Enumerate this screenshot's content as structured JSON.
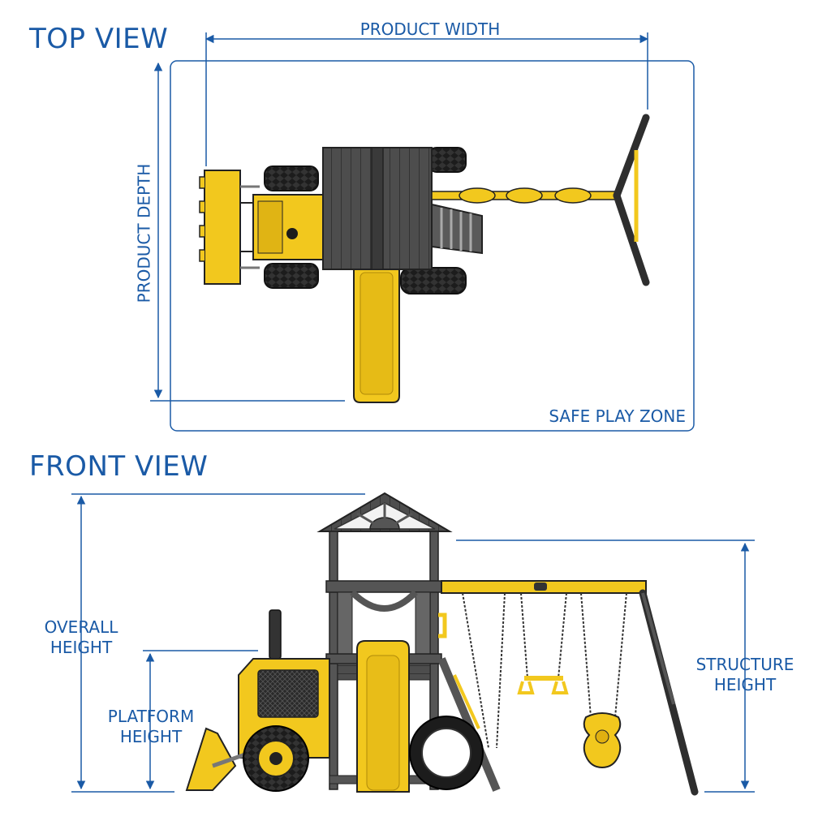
{
  "top_view": {
    "title": "TOP VIEW",
    "width_label": "PRODUCT WIDTH",
    "depth_label": "PRODUCT DEPTH",
    "zone_label": "SAFE PLAY ZONE"
  },
  "front_view": {
    "title": "FRONT VIEW",
    "overall_label_1": "OVERALL",
    "overall_label_2": "HEIGHT",
    "platform_label_1": "PLATFORM",
    "platform_label_2": "HEIGHT",
    "structure_label_1": "STRUCTURE",
    "structure_label_2": "HEIGHT"
  },
  "colors": {
    "accent": "#1a5aa6",
    "yellow": "#f2c81e",
    "dark_wood": "#4a4a4a",
    "tire": "#1c1c1c"
  }
}
